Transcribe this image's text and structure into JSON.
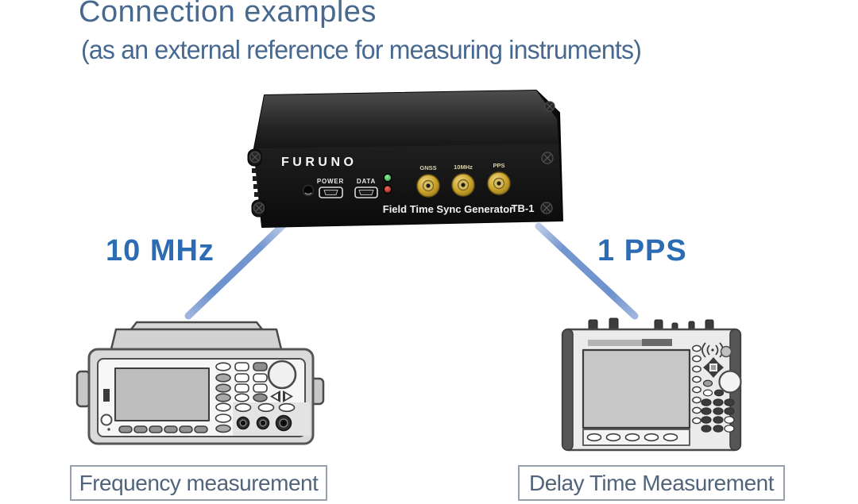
{
  "page": {
    "title": "Connection examples",
    "subtitle": "(as an external reference for measuring instruments)"
  },
  "device": {
    "brand": "FURUNO",
    "product_name": "Field Time Sync Generator",
    "model": "TB-1",
    "panel_labels": {
      "power": "POWER",
      "data": "DATA"
    },
    "connector_labels": [
      "GNSS",
      "10MHz",
      "PPS"
    ],
    "status_leds": [
      "green-led",
      "red-led"
    ]
  },
  "connections": [
    {
      "signal": "10 MHz",
      "instrument": "frequency-counter",
      "instrument_caption": "Frequency measurement"
    },
    {
      "signal": "1 PPS",
      "instrument": "delay-time-analyzer",
      "instrument_caption": "Delay Time Measurement"
    }
  ],
  "colors": {
    "background": "#ffffff",
    "heading_text": "#47698f",
    "signal_label_text": "#2b6cb5",
    "connection_line": "#7396cf",
    "caption_text": "#51647b",
    "caption_border": "#97a1ae",
    "device_body": "#141414",
    "sma_gold": "#c9a227",
    "led_green": "#35b24a",
    "led_red": "#cf2a24",
    "instrument_line_art": "#4a4a4a"
  }
}
